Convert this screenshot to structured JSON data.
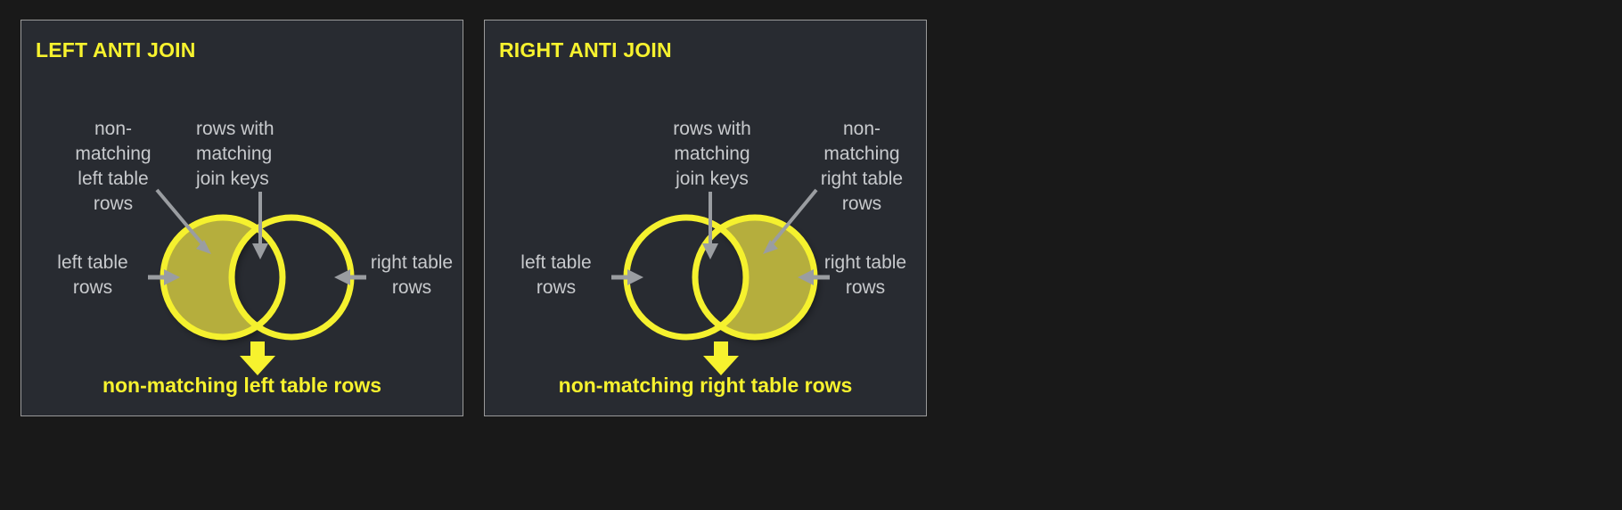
{
  "background": {
    "page_color": "#191919",
    "panel_color": "#282b31",
    "panel_border_color": "#9a9a9a"
  },
  "colors": {
    "accent_yellow": "#f7f22e",
    "circle_stroke": "#f5f12e",
    "fill_olive": "#b5ae3e",
    "label_gray": "#c8cacd",
    "arrow_gray": "#9a9da1"
  },
  "panels": [
    {
      "id": "left-anti-join",
      "title": "LEFT ANTI JOIN",
      "annotations": {
        "non_matching": "non-\nmatching\nleft table\nrows",
        "matching": "rows with\nmatching\njoin keys",
        "left_table": "left table\nrows",
        "right_table": "right table\nrows"
      },
      "caption": "non-matching left table rows",
      "highlight": "left-only"
    },
    {
      "id": "right-anti-join",
      "title": "RIGHT ANTI JOIN",
      "annotations": {
        "matching": "rows with\nmatching\njoin keys",
        "non_matching": "non-\nmatching\nright table\nrows",
        "left_table": "left table\nrows",
        "right_table": "right table\nrows"
      },
      "caption": "non-matching right table rows",
      "highlight": "right-only"
    }
  ]
}
